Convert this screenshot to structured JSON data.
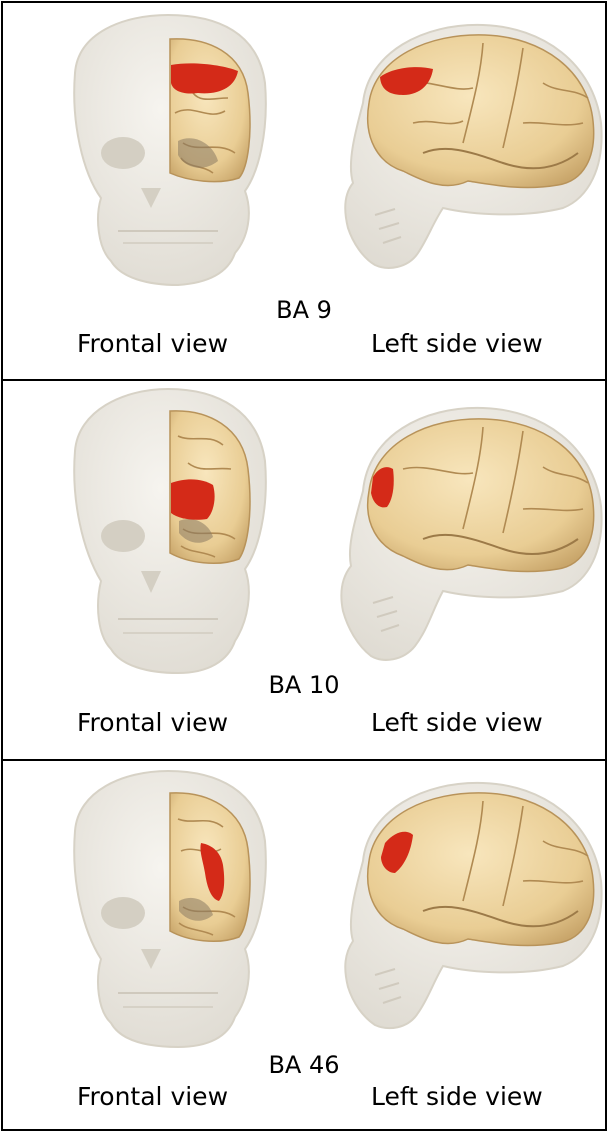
{
  "panels": [
    {
      "area": "BA 9",
      "frontal_label": "Frontal view",
      "side_label": "Left side view",
      "highlight_region": "dorsolateral-prefrontal-upper"
    },
    {
      "area": "BA 10",
      "frontal_label": "Frontal view",
      "side_label": "Left side view",
      "highlight_region": "frontopolar"
    },
    {
      "area": "BA 46",
      "frontal_label": "Frontal view",
      "side_label": "Left side view",
      "highlight_region": "dorsolateral-prefrontal-middle"
    }
  ],
  "colors": {
    "skull": "#ece9e2",
    "brain": "#efd6a3",
    "highlight": "#d42a18",
    "border": "#000000"
  },
  "icons": [
    "frontal-skull-brain-illustration",
    "left-side-skull-brain-illustration"
  ]
}
